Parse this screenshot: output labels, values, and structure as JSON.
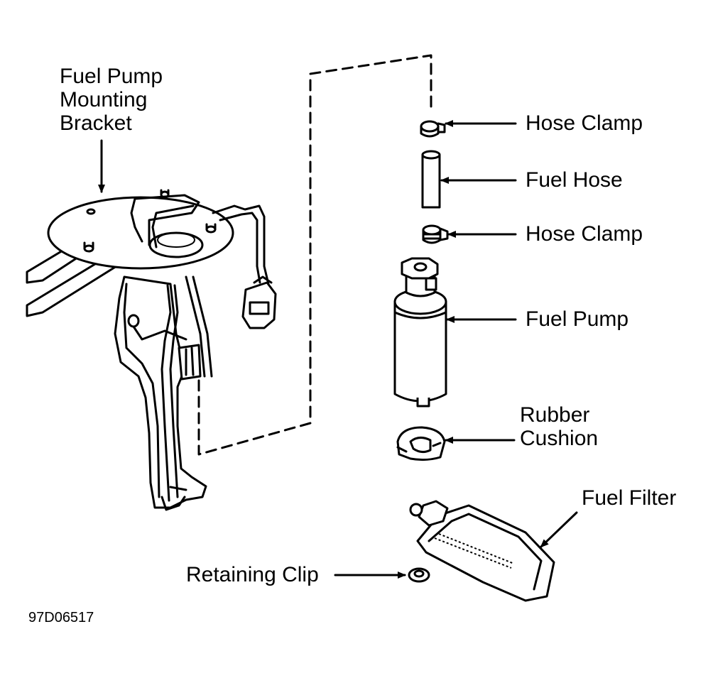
{
  "labels": {
    "mounting_bracket": [
      "Fuel Pump",
      "Mounting",
      "Bracket"
    ],
    "hose_clamp_top": "Hose Clamp",
    "fuel_hose": "Fuel Hose",
    "hose_clamp_bottom": "Hose Clamp",
    "fuel_pump": "Fuel Pump",
    "rubber_cushion": [
      "Rubber",
      "Cushion"
    ],
    "fuel_filter": "Fuel Filter",
    "retaining_clip": "Retaining Clip"
  },
  "figure_code": "97D06517"
}
